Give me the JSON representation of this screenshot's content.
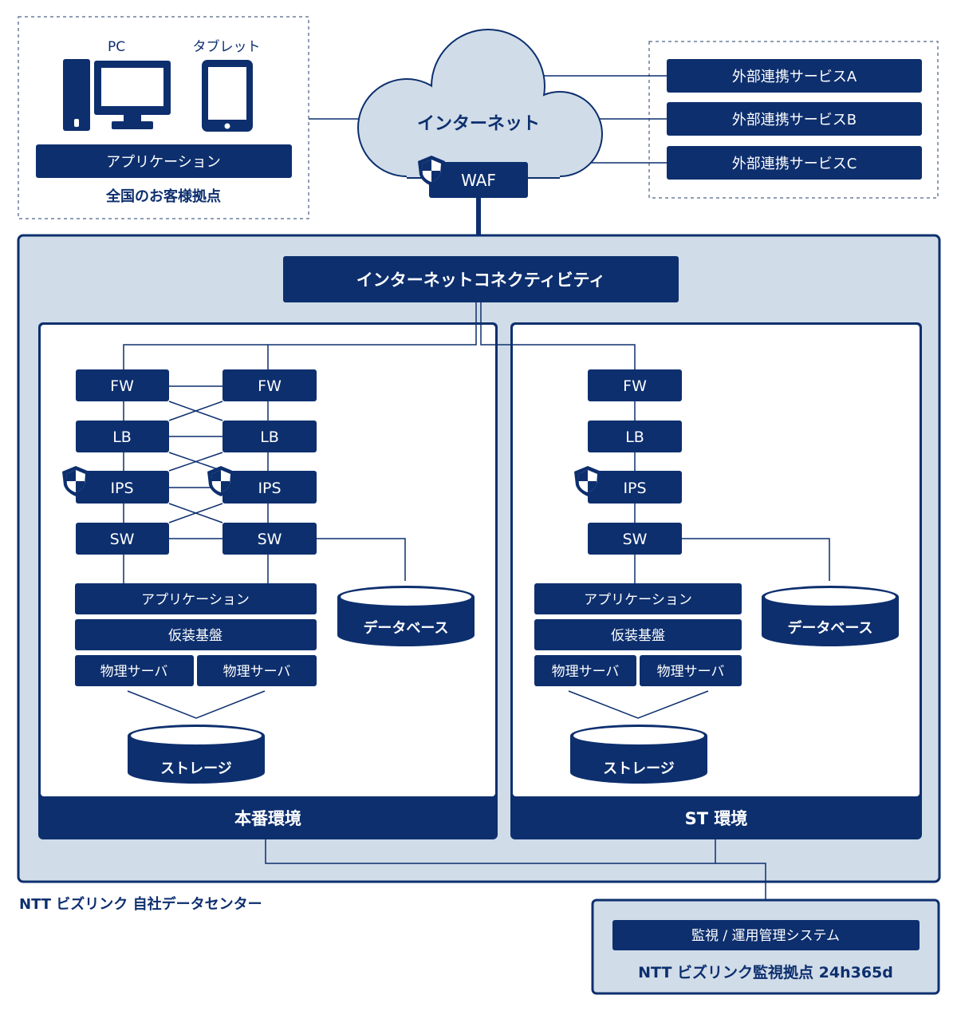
{
  "colors": {
    "navy": "#0d2f6e",
    "light_blue": "#d0dce8",
    "white": "#ffffff",
    "dashed_border": "#6b7f9e"
  },
  "icons": {
    "pc": "desktop-computer-icon",
    "tablet": "tablet-icon",
    "security": "shield-icon"
  },
  "customer": {
    "pc_label": "PC",
    "tablet_label": "タブレット",
    "app_label": "アプリケーション",
    "title": "全国のお客様拠点"
  },
  "internet": {
    "label": "インターネット",
    "waf": "WAF"
  },
  "external_services": [
    "外部連携サービスA",
    "外部連携サービスB",
    "外部連携サービスC"
  ],
  "datacenter": {
    "connectivity": "インターネットコネクティビティ",
    "title": "NTT ビズリンク 自社データセンター",
    "production": {
      "title": "本番環境",
      "fw": [
        "FW",
        "FW"
      ],
      "lb": [
        "LB",
        "LB"
      ],
      "ips": [
        "IPS",
        "IPS"
      ],
      "sw": [
        "SW",
        "SW"
      ],
      "app": "アプリケーション",
      "virtual": "仮装基盤",
      "servers": [
        "物理サーバ",
        "物理サーバ"
      ],
      "storage": "ストレージ",
      "database": "データベース"
    },
    "staging": {
      "title": "ST 環境",
      "fw": "FW",
      "lb": "LB",
      "ips": "IPS",
      "sw": "SW",
      "app": "アプリケーション",
      "virtual": "仮装基盤",
      "servers": [
        "物理サーバ",
        "物理サーバ"
      ],
      "storage": "ストレージ",
      "database": "データベース"
    }
  },
  "monitoring": {
    "system": "監視 / 運用管理システム",
    "title": "NTT ビズリンク監視拠点 24h365d"
  }
}
